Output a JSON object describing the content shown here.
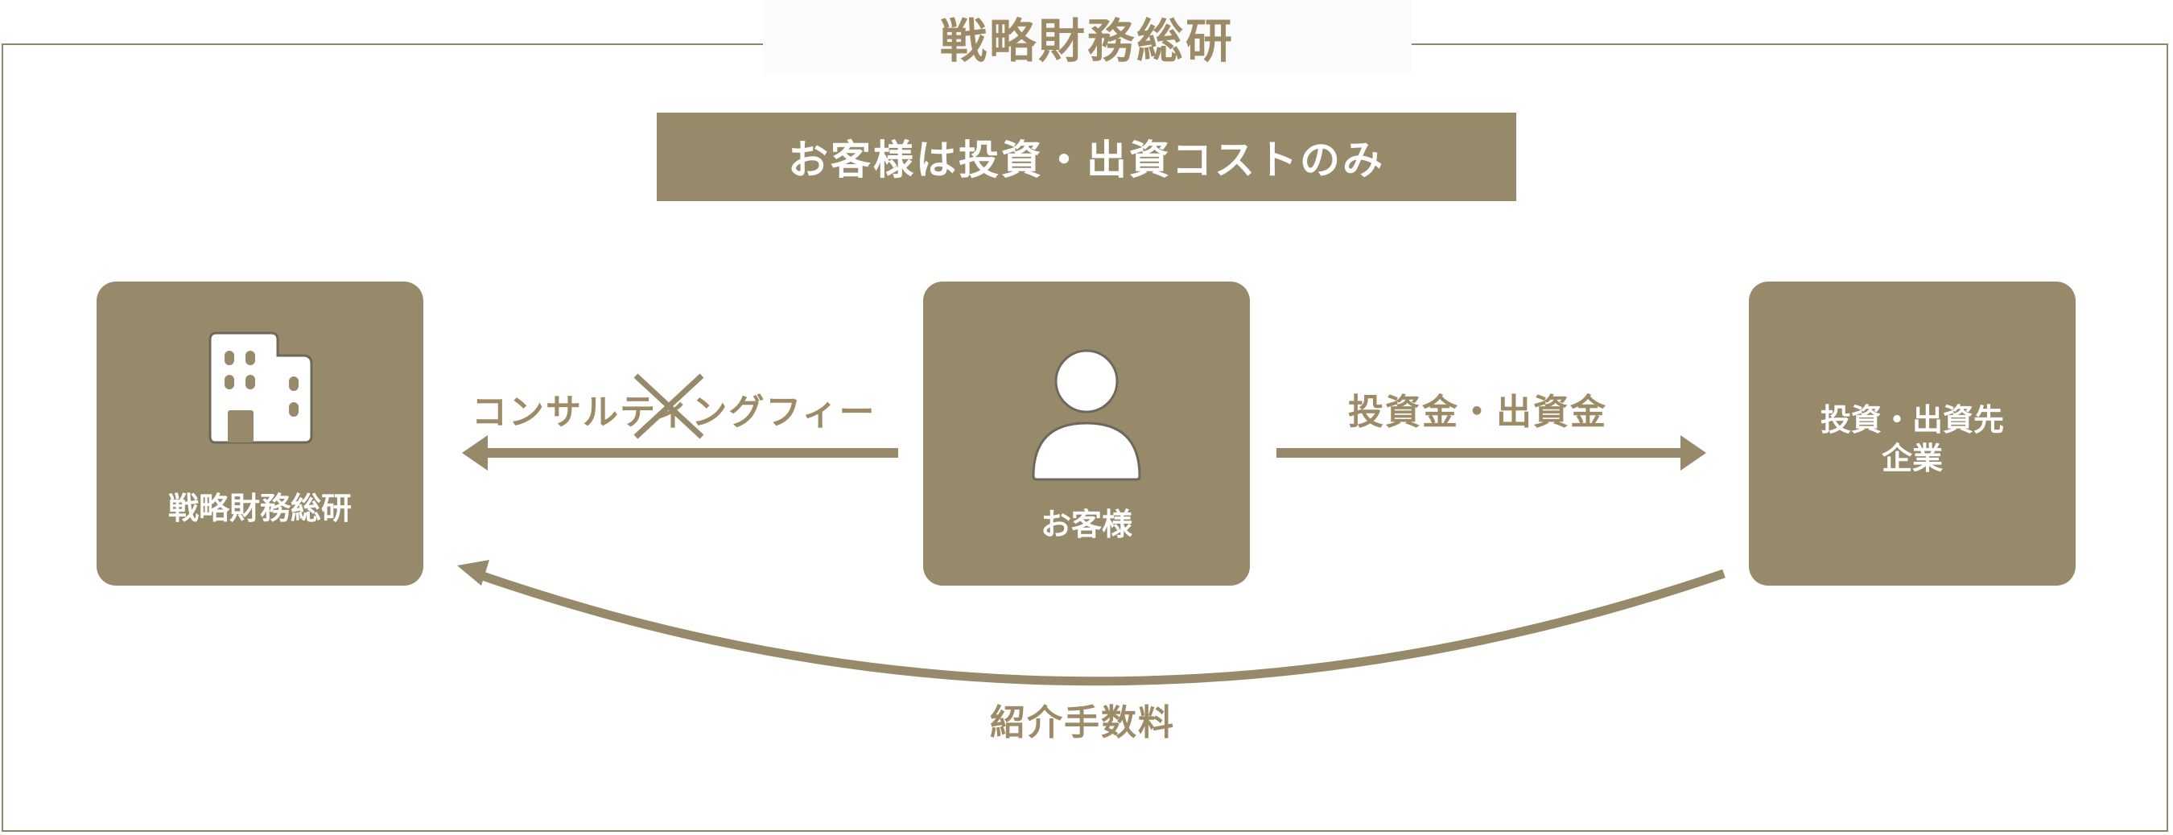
{
  "title": "戦略財務総研",
  "banner": "お客様は投資・出資コストのみ",
  "nodes": {
    "firm": {
      "label": "戦略財務総研",
      "icon": "building-icon"
    },
    "client": {
      "label": "お客様",
      "icon": "person-icon"
    },
    "investee": {
      "line1": "投資・出資先",
      "line2": "企業"
    }
  },
  "edges": {
    "consulting_fee": "コンサルティングフィー",
    "investment": "投資金・出資金",
    "referral_fee": "紹介手数料"
  },
  "colors": {
    "accent": "#968a6b",
    "accent_text": "#9c8b66",
    "frame": "#8f8668",
    "white": "#ffffff"
  }
}
